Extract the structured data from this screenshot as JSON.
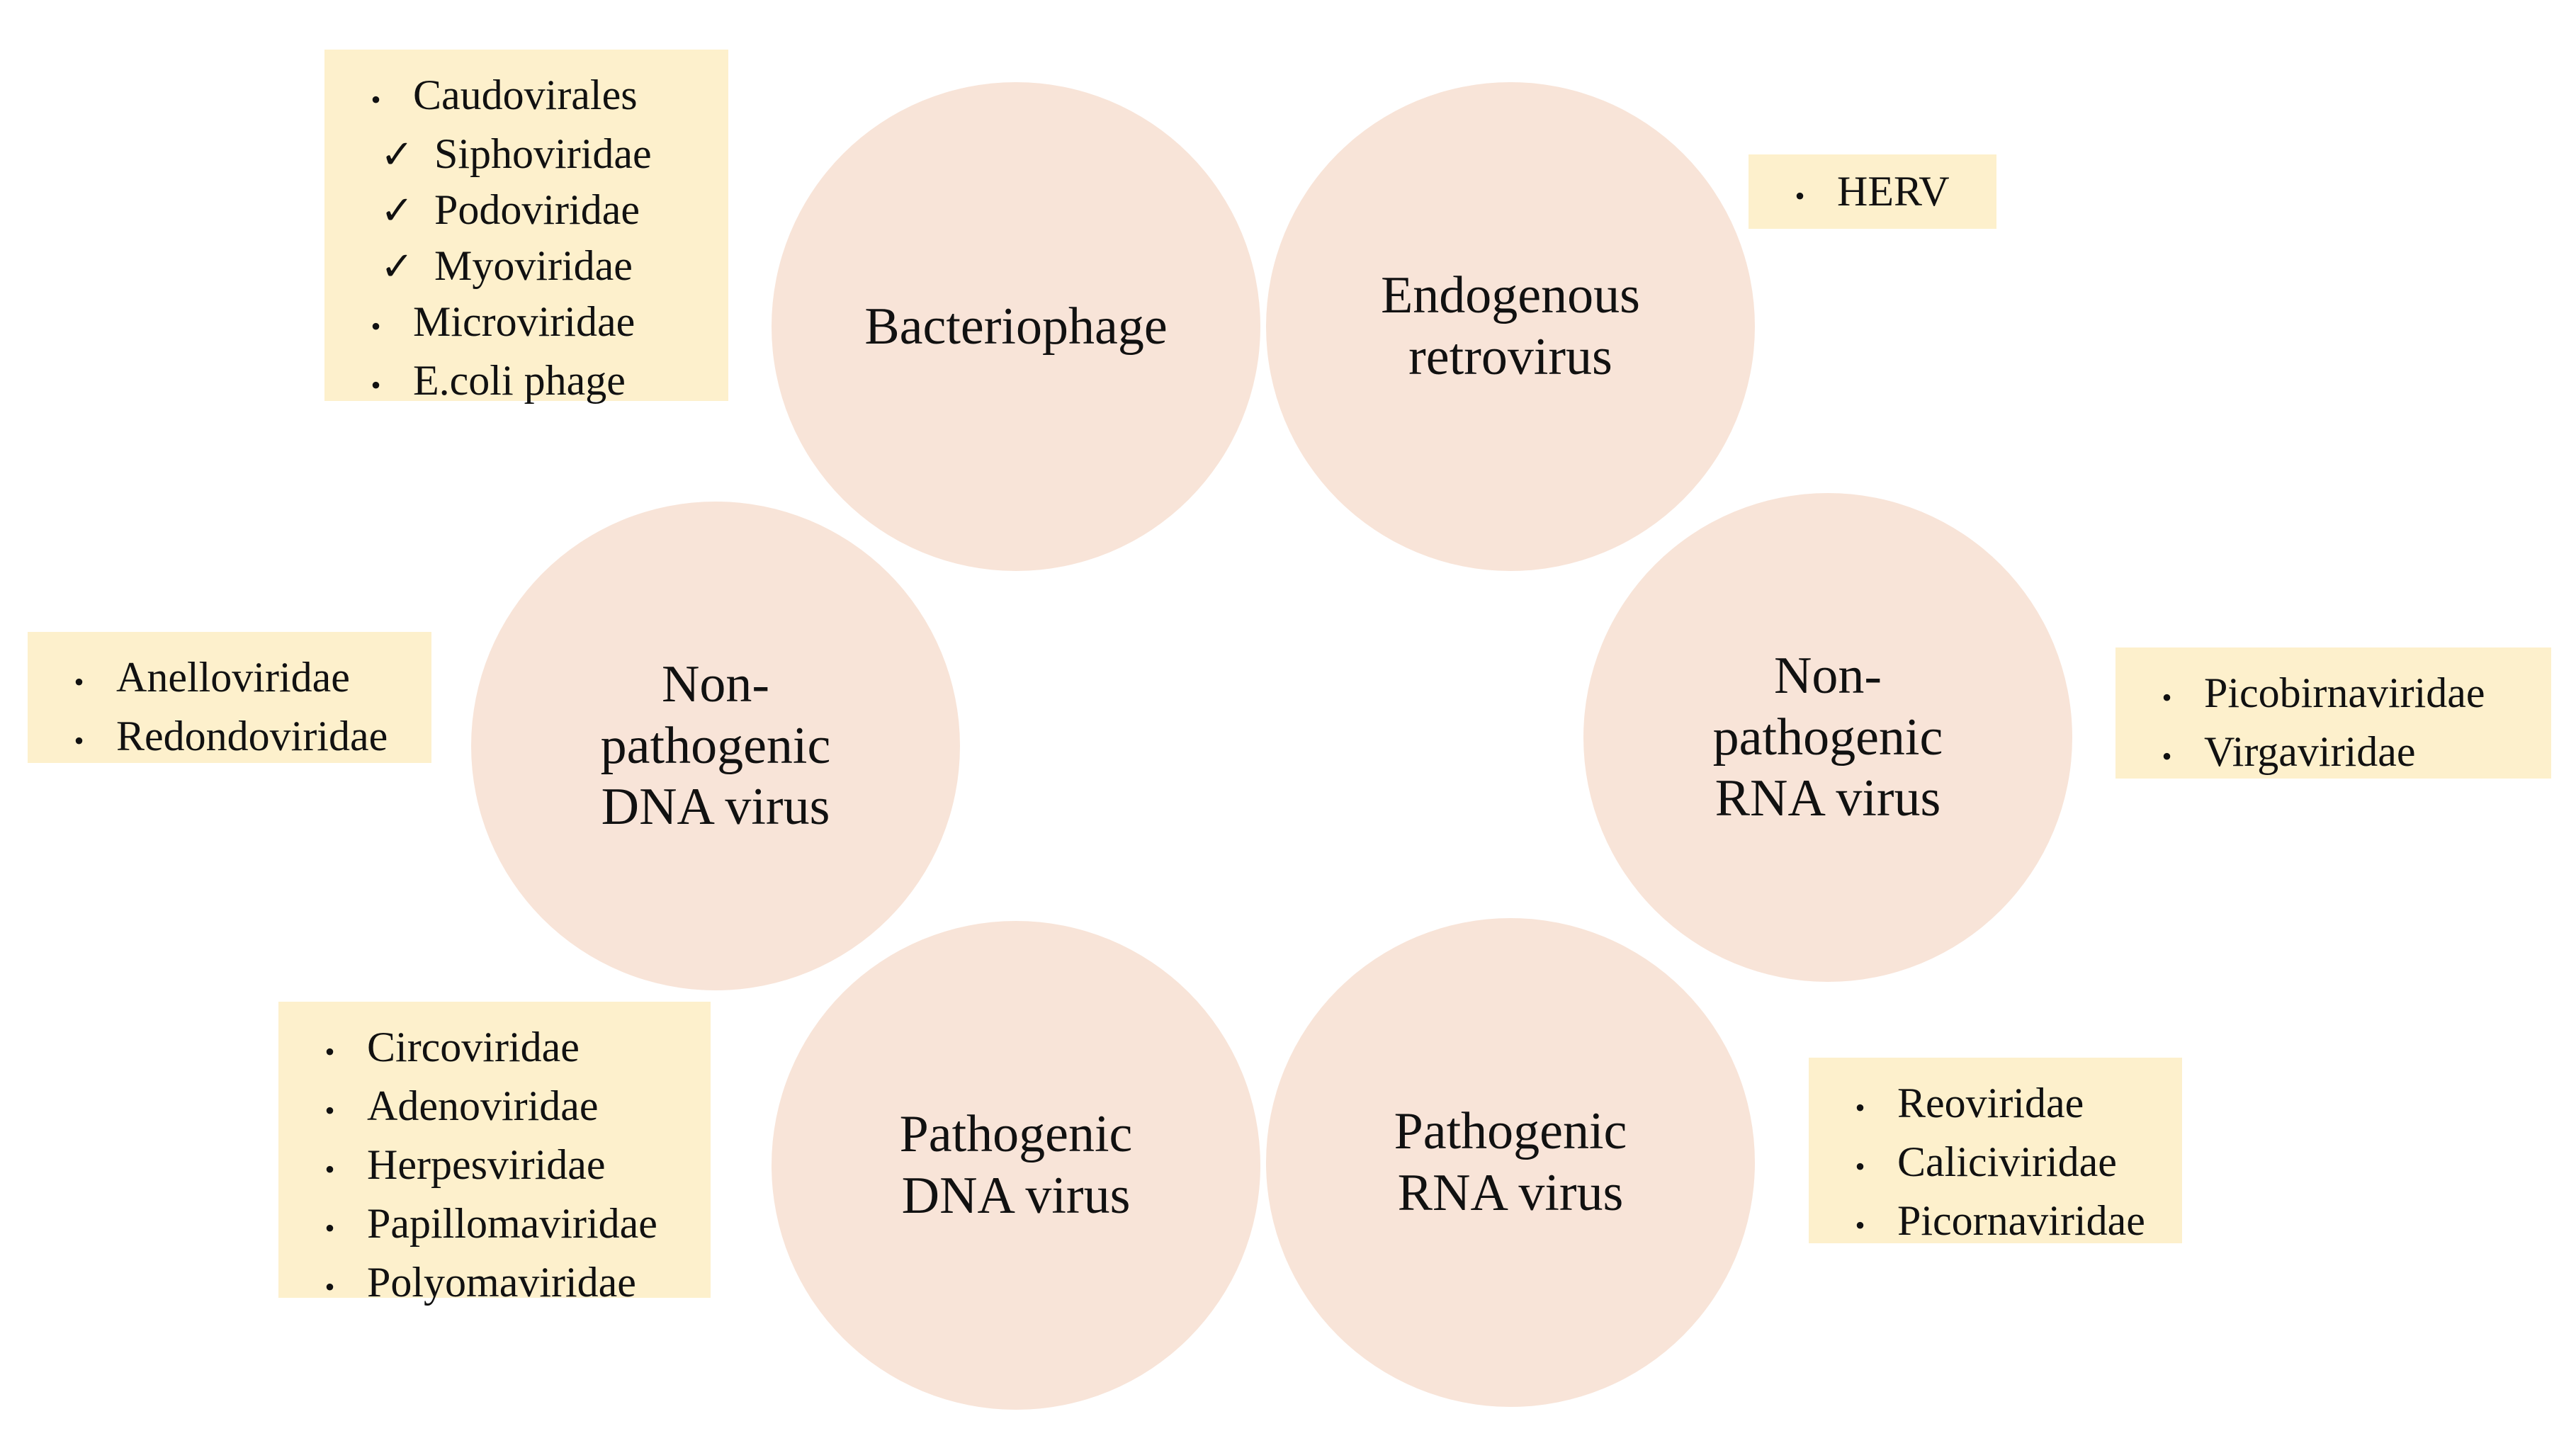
{
  "colors": {
    "circle_fill": "#f8e4d8",
    "box_fill": "#fdf0cc",
    "text": "#111111"
  },
  "circles": {
    "bacteriophage": "Bacteriophage",
    "endogenous_retrovirus": "Endogenous\nretrovirus",
    "nonpathogenic_dna": "Non-\npathogenic\nDNA virus",
    "nonpathogenic_rna": "Non-\npathogenic\nRNA virus",
    "pathogenic_dna": "Pathogenic\nDNA virus",
    "pathogenic_rna": "Pathogenic\nRNA virus"
  },
  "boxes": {
    "bacteriophage": [
      {
        "mark": "•",
        "text": "Caudovirales"
      },
      {
        "mark": "✓",
        "text": "Siphoviridae"
      },
      {
        "mark": "✓",
        "text": "Podoviridae"
      },
      {
        "mark": "✓",
        "text": "Myoviridae"
      },
      {
        "mark": "•",
        "text": "Microviridae"
      },
      {
        "mark": "•",
        "text": "E.coli phage"
      }
    ],
    "endogenous_retrovirus": [
      {
        "mark": "•",
        "text": "HERV"
      }
    ],
    "nonpathogenic_dna": [
      {
        "mark": "•",
        "text": "Anelloviridae"
      },
      {
        "mark": "•",
        "text": "Redondoviridae"
      }
    ],
    "nonpathogenic_rna": [
      {
        "mark": "•",
        "text": "Picobirnaviridae"
      },
      {
        "mark": "•",
        "text": "Virgaviridae"
      }
    ],
    "pathogenic_dna": [
      {
        "mark": "•",
        "text": "Circoviridae"
      },
      {
        "mark": "•",
        "text": "Adenoviridae"
      },
      {
        "mark": "•",
        "text": "Herpesviridae"
      },
      {
        "mark": "•",
        "text": "Papillomaviridae"
      },
      {
        "mark": "•",
        "text": "Polyomaviridae"
      }
    ],
    "pathogenic_rna": [
      {
        "mark": "•",
        "text": "Reoviridae"
      },
      {
        "mark": "•",
        "text": "Caliciviridae"
      },
      {
        "mark": "•",
        "text": "Picornaviridae"
      }
    ]
  }
}
